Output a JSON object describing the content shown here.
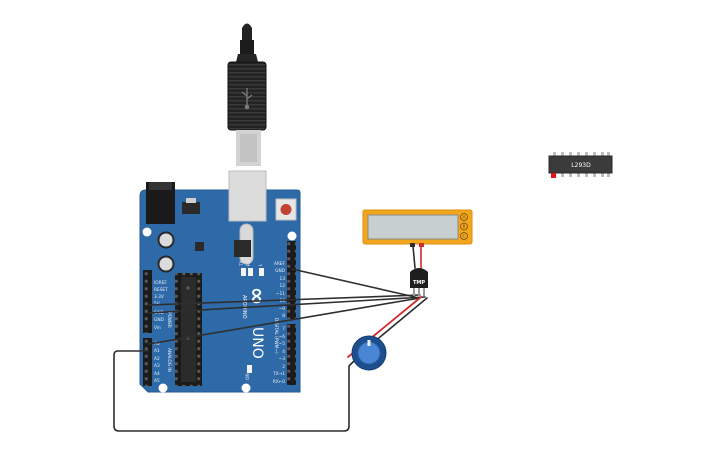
{
  "canvas": {
    "background": "#ffffff"
  },
  "colors": {
    "board": "#2e6aa8",
    "board_edge": "#245a91",
    "header": "#1b1b1b",
    "wire_dark": "#2e2e2e",
    "wire_red": "#d42a2a",
    "lcd_frame": "#f3a51c",
    "lcd_screen": "#c8d0cf",
    "pot_body": "#1d4f8f",
    "pot_knob": "#4a86d6",
    "chip_body": "#3b3b3b",
    "usb_plug": "#232323"
  },
  "arduino": {
    "brand": "ARDUINO",
    "model": "UNO",
    "logo": "∞",
    "power_header": [
      "IOREF",
      "RESET",
      "3.3V",
      "5V",
      "GND",
      "GND",
      "Vin"
    ],
    "power_title": "POWER",
    "analog_header": [
      "A0",
      "A1",
      "A2",
      "A3",
      "A4",
      "A5"
    ],
    "analog_title": "ANALOG IN",
    "digital_header_top": [
      "AREF",
      "GND",
      "13",
      "12",
      "~11",
      "~10",
      "~9",
      "8"
    ],
    "digital_header_bottom": [
      "7",
      "~6",
      "~5",
      "4",
      "~3",
      "2",
      "TX→1",
      "RX←0"
    ],
    "digital_title": "DIGITAL (PWM~)",
    "led_labels": [
      "TX",
      "RX",
      "L"
    ],
    "on_label": "ON",
    "reset_icon": "reset-button-icon"
  },
  "lcd": {
    "pins": [
      "A",
      "B",
      "C"
    ]
  },
  "sensor": {
    "label": "TMP"
  },
  "chip": {
    "label": "L293D"
  },
  "components": [
    "usb-plug",
    "arduino-uno",
    "lcd-module",
    "temperature-sensor",
    "potentiometer",
    "l293d-chip"
  ]
}
